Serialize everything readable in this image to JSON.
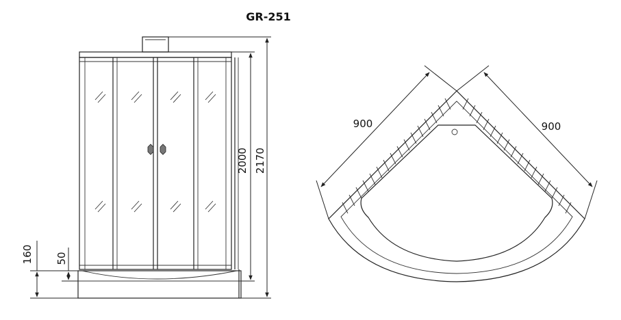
{
  "title": "GR-251",
  "front_view": {
    "dims": {
      "cabin_height": "2000",
      "total_height": "2170",
      "tray_height": "160",
      "tray_step": "50"
    }
  },
  "top_view": {
    "dims": {
      "side_left": "900",
      "side_right": "900"
    }
  }
}
